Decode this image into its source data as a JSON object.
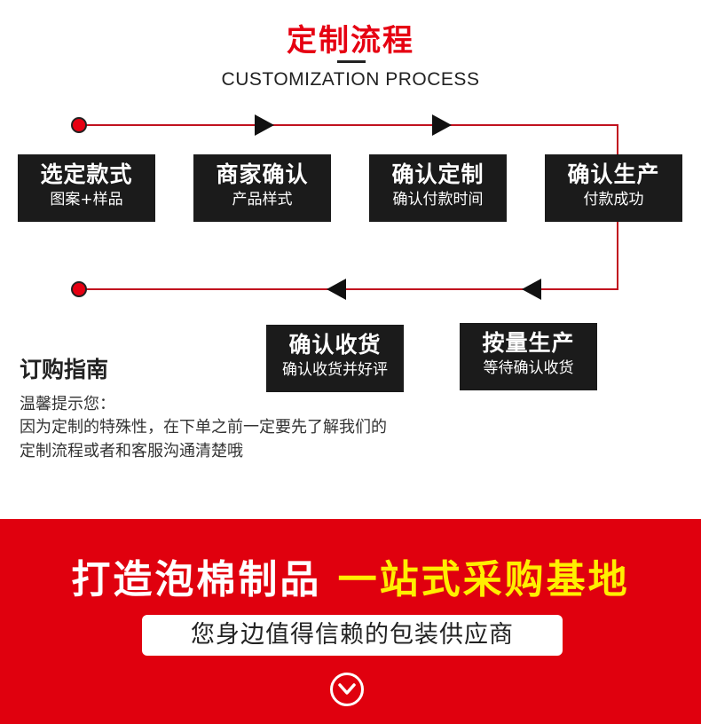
{
  "header": {
    "title_part1": "定制",
    "title_part2": "流程",
    "subtitle": "CUSTOMIZATION PROCESS"
  },
  "steps": [
    {
      "main": "选定款式",
      "sub": "图案+样品"
    },
    {
      "main": "商家确认",
      "sub": "产品样式"
    },
    {
      "main": "确认定制",
      "sub": "确认付款时间"
    },
    {
      "main": "确认生产",
      "sub": "付款成功"
    },
    {
      "main": "按量生产",
      "sub": "等待确认收货"
    },
    {
      "main": "确认收货",
      "sub": "确认收货并好评"
    }
  ],
  "guide": {
    "title": "订购指南",
    "line1": "温馨提示您：",
    "line2": "因为定制的特殊性，在下单之前一定要先了解我们的",
    "line3": "定制流程或者和客服沟通清楚哦"
  },
  "banner": {
    "slogan_white": "打造泡棉制品",
    "slogan_yellow": "一站式采购基地",
    "tagline": "您身边值得信赖的包装供应商"
  },
  "colors": {
    "accent_red": "#e60012",
    "banner_red": "#e0000e",
    "slogan_yellow": "#ffef00",
    "box_dark": "#1b1b1b"
  },
  "icons": {
    "start_dot": "red-dot-icon",
    "arrow": "triangle-arrow-icon",
    "down": "chevron-down-circle-icon"
  }
}
